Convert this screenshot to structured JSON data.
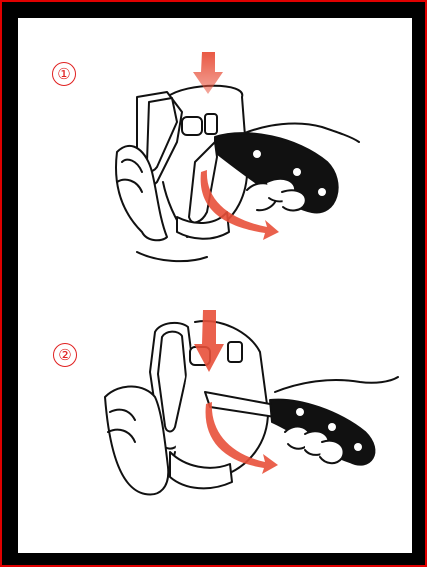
{
  "steps": [
    {
      "number": "①",
      "icon": "sharpen-step-illustration"
    },
    {
      "number": "②",
      "icon": "sharpen-step-illustration"
    }
  ],
  "colors": {
    "frame": "#e00000",
    "arrow": "#e8503a",
    "number": "#e02020",
    "ink": "#111111"
  }
}
